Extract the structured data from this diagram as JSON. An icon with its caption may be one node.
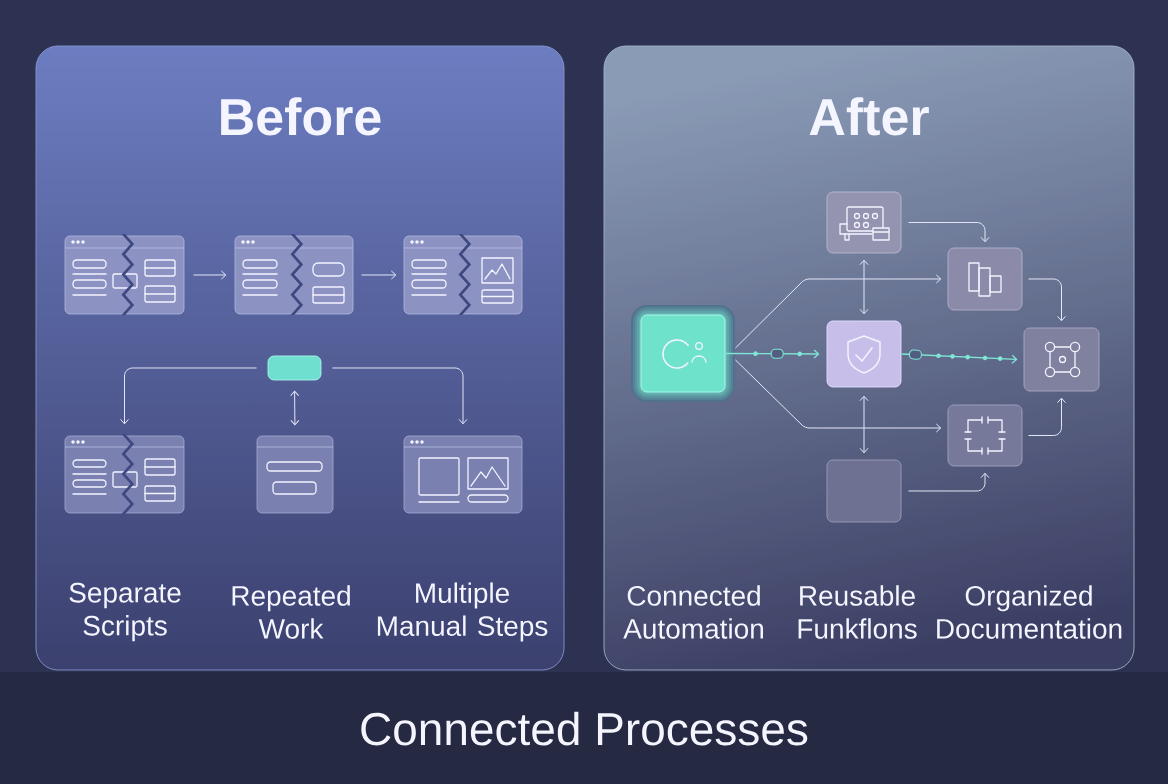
{
  "diagram": {
    "title": "Connected Processes",
    "nodes": [
      {
        "text": [
          "Before"
        ]
      },
      {
        "text": [],
        "shape": "picture",
        "in": 0
      },
      {
        "text": [],
        "shape": "picture",
        "in": 0
      },
      {
        "text": [],
        "shape": "picture",
        "in": 0
      },
      {
        "text": [],
        "shape": "box",
        "in": 0
      },
      {
        "text": [],
        "shape": "picture",
        "in": 0
      },
      {
        "text": [],
        "shape": "picture",
        "in": 0
      },
      {
        "text": [],
        "shape": "picture",
        "in": 0
      },
      {
        "text": [
          "After"
        ]
      },
      {
        "text": [],
        "shape": "box",
        "in": 8
      },
      {
        "text": [],
        "shape": "box",
        "in": 8
      },
      {
        "text": [],
        "shape": "box",
        "in": 8
      },
      {
        "text": [],
        "shape": "box",
        "in": 8
      },
      {
        "text": [],
        "shape": "box",
        "in": 8
      },
      {
        "text": [],
        "shape": "box",
        "in": 8
      },
      {
        "text": [],
        "shape": "box",
        "in": 8
      }
    ],
    "edges": [
      {
        "from": 1,
        "to": 2,
        "arrow": "to"
      },
      {
        "from": 2,
        "to": 3,
        "arrow": "to"
      },
      {
        "from": 4,
        "to": 5,
        "arrow": "to"
      },
      {
        "from": 4,
        "to": 6,
        "arrow": "both"
      },
      {
        "from": 4,
        "to": 7,
        "arrow": "to"
      },
      {
        "from": 9,
        "to": 12,
        "arrow": "to",
        "color": "#7fe6d6"
      },
      {
        "from": 12,
        "to": 13,
        "arrow": "to",
        "color": "#7fe6d6"
      },
      {
        "from": 9,
        "to": 11,
        "arrow": "to"
      },
      {
        "from": 9,
        "to": 14,
        "arrow": "to"
      },
      {
        "from": 10,
        "to": 12,
        "arrow": "both"
      },
      {
        "from": 12,
        "to": 15,
        "arrow": "both"
      },
      {
        "from": 10,
        "to": 11,
        "arrow": "to"
      },
      {
        "from": 11,
        "to": 13,
        "arrow": "to"
      },
      {
        "from": 14,
        "to": 13,
        "arrow": "to"
      },
      {
        "from": 15,
        "to": 14,
        "arrow": "to"
      }
    ],
    "labels": [
      "Separate Scripts",
      "Repeated Work",
      "Multiple Manual Steps",
      "Connected Automation",
      "Reusable Funkflons",
      "Organized Documentation"
    ]
  }
}
